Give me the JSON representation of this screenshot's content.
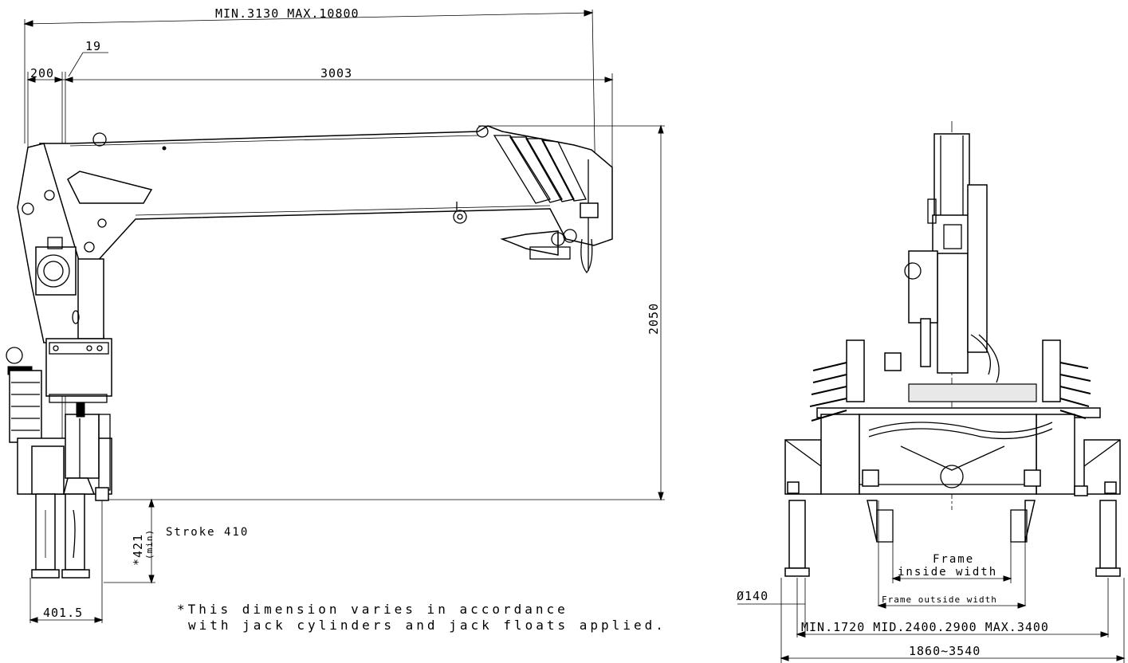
{
  "side_view": {
    "dim_overall": "MIN.3130 MAX.10800",
    "dim_19": "19",
    "dim_200": "200",
    "dim_3003": "3003",
    "dim_2050": "2050",
    "dim_421": "*421",
    "dim_421_sub": "(min)",
    "stroke": "Stroke 410",
    "dim_401": "401.5",
    "note_line1": "*This dimension varies in accordance",
    "note_line2": "with jack cylinders and jack floats applied."
  },
  "front_view": {
    "frame_inside_1": "Frame",
    "frame_inside_2": "inside width",
    "frame_outside": "Frame outside width",
    "dia": "Ø140",
    "spread": "MIN.1720 MID.2400.2900 MAX.3400",
    "total": "1860~3540"
  }
}
